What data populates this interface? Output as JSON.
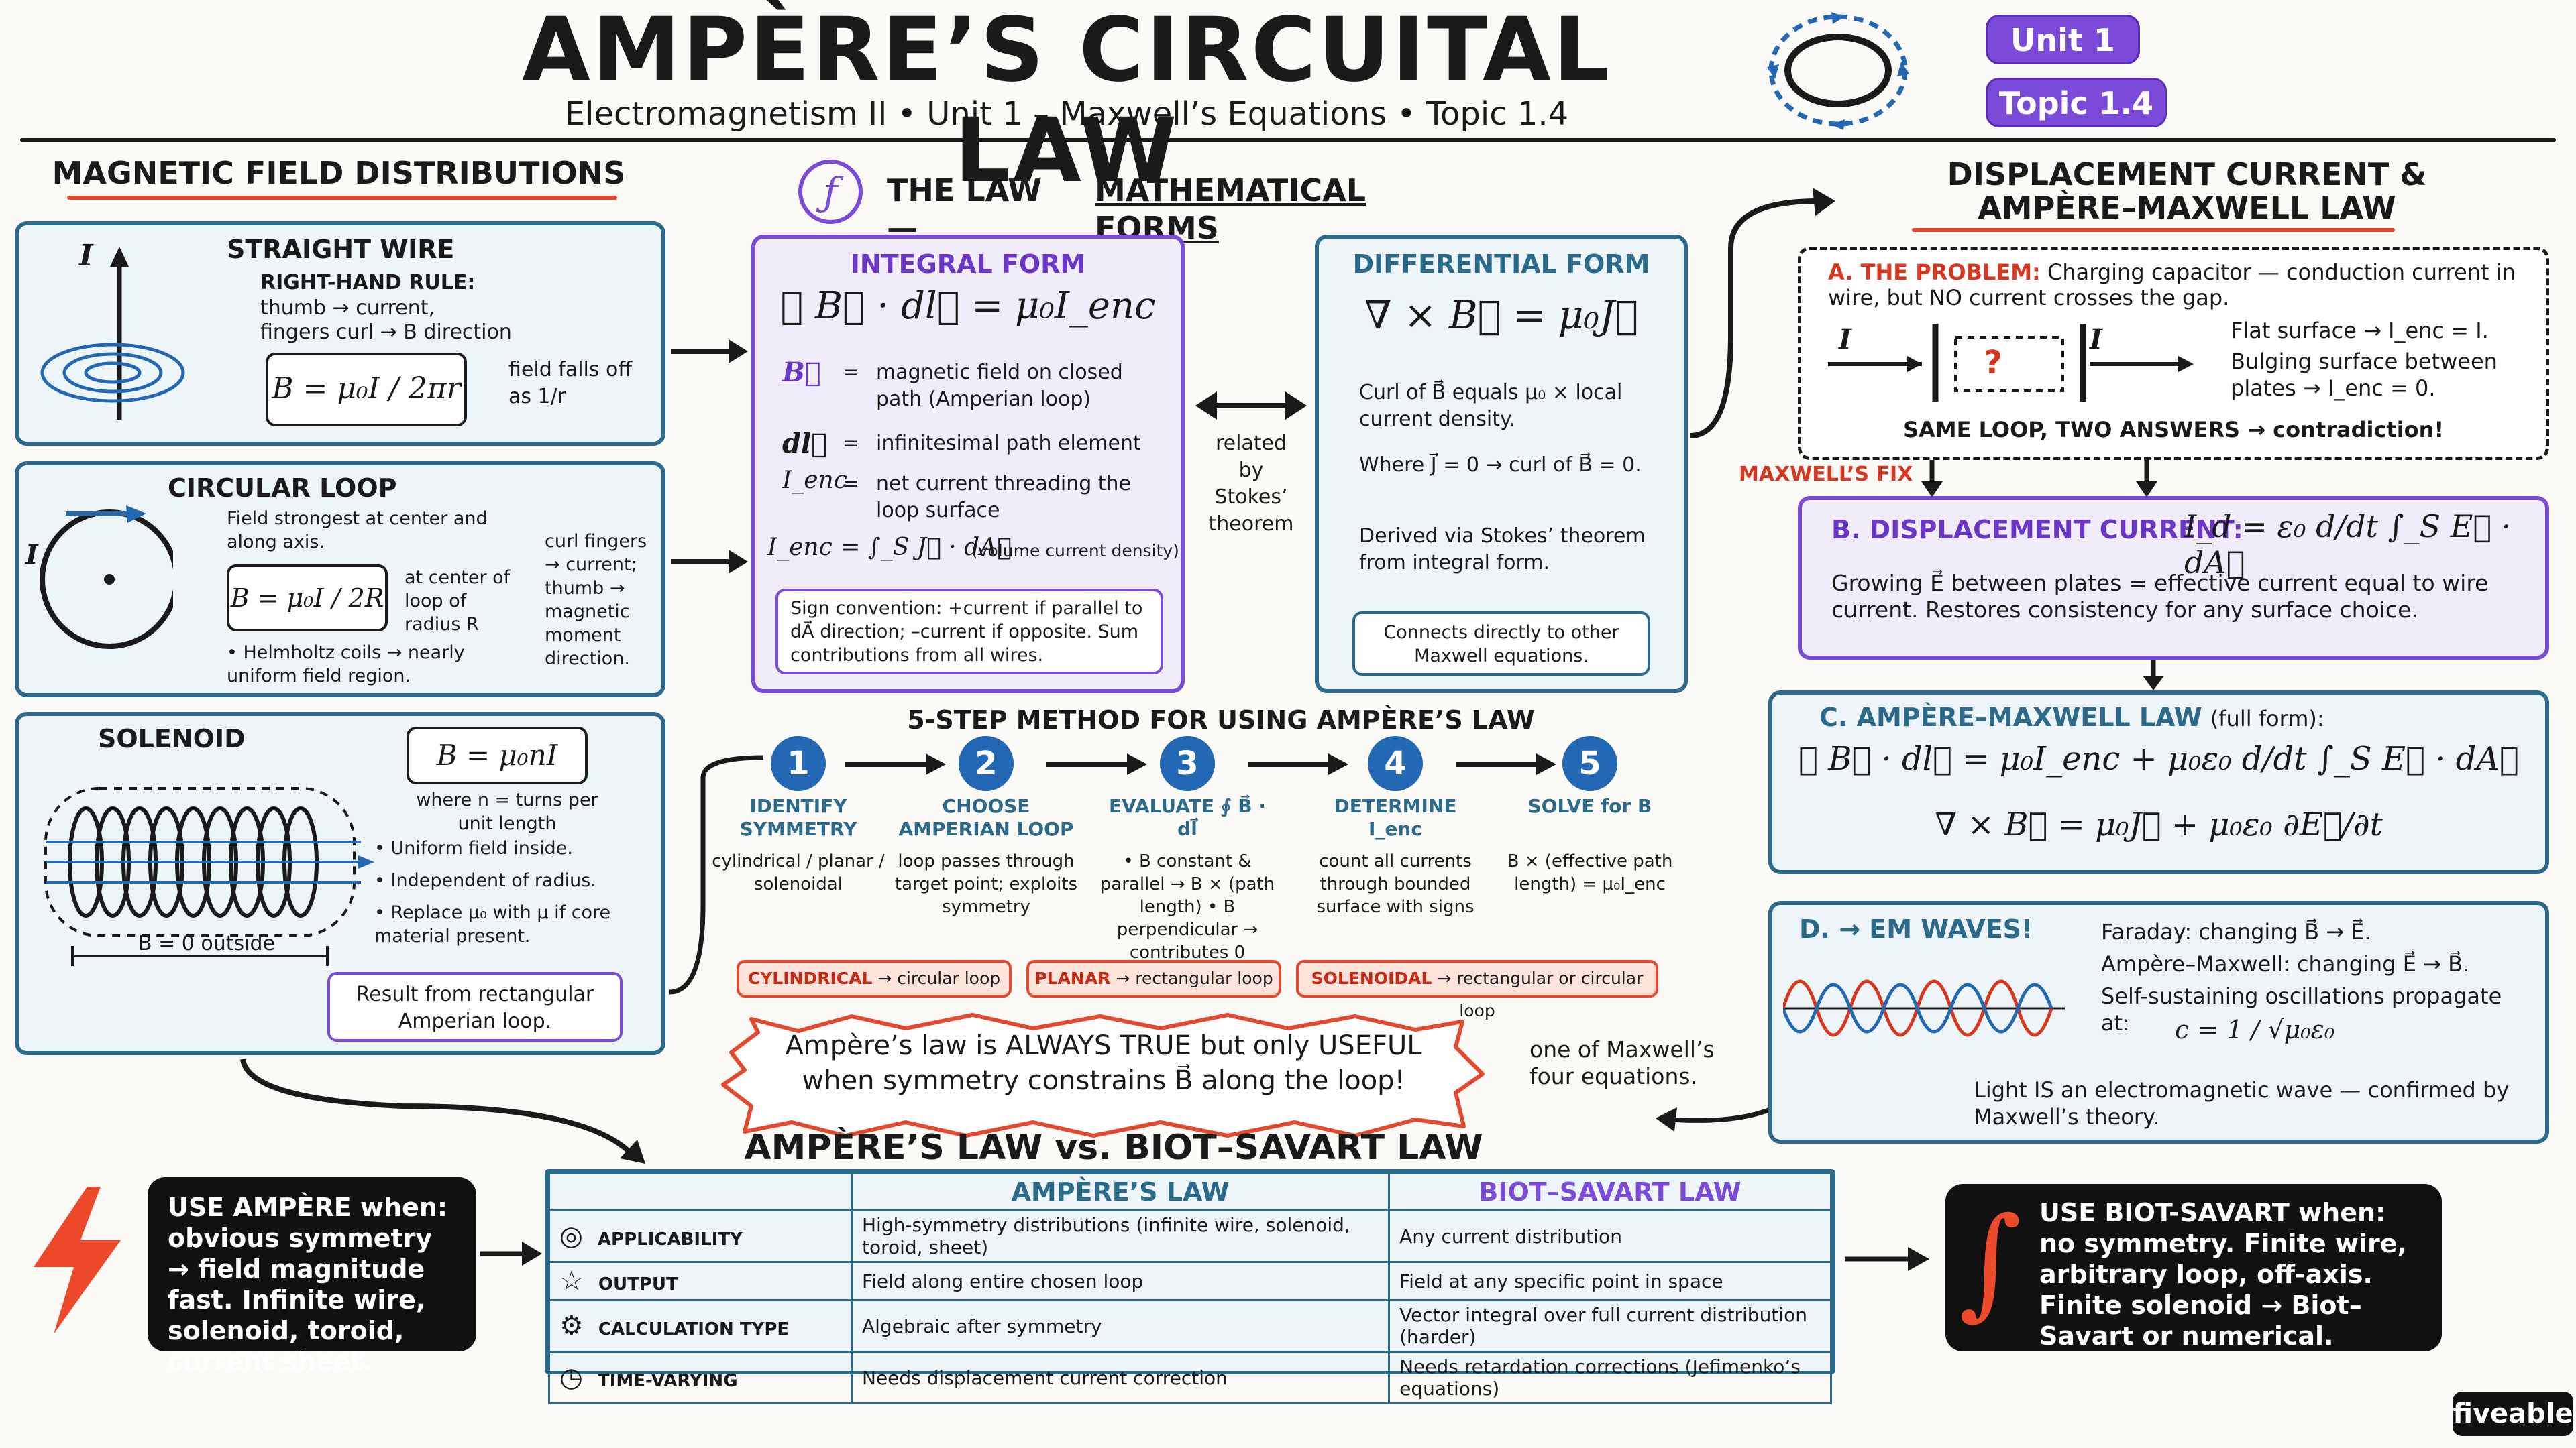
{
  "header": {
    "title": "AMPÈRE’S CIRCUITAL LAW",
    "subtitle": "Electromagnetism II  •  Unit 1 – Maxwell’s Equations  •  Topic 1.4",
    "badge_unit": "Unit 1",
    "badge_topic": "Topic 1.4"
  },
  "left": {
    "heading": "MAGNETIC FIELD DISTRIBUTIONS",
    "straight": {
      "title": "STRAIGHT WIRE",
      "rule": "RIGHT-HAND RULE:",
      "rule_desc1": "thumb → current,",
      "rule_desc2": "fingers curl → B direction",
      "axis": "I",
      "formula": "B = μ₀I / 2πr",
      "note": "field falls off as 1/r"
    },
    "loop": {
      "title": "CIRCULAR LOOP",
      "desc": "Field strongest at center and along axis.",
      "axis": "I",
      "formula": "B = μ₀I / 2R",
      "note": "at center of loop of radius R",
      "curl": "curl fingers → current; thumb → magnetic moment direction.",
      "helmholtz": "• Helmholtz coils → nearly uniform field region."
    },
    "solenoid": {
      "title": "SOLENOID",
      "formula": "B = μ₀nI",
      "where": "where n = turns per unit length",
      "b1": "• Uniform field inside.",
      "b2": "• Independent of radius.",
      "b3": "• Replace μ₀ with μ if core material present.",
      "outside": "B = 0 outside",
      "result": "Result from rectangular Amperian loop."
    }
  },
  "center": {
    "heading_prefix": "THE LAW —",
    "heading_main": "MATHEMATICAL FORMS",
    "integral": {
      "title": "INTEGRAL FORM",
      "formula": "∮ B⃗ · dl⃗ = μ₀I_enc",
      "r1_sym": "B⃗",
      "r1_eq": "=",
      "r1_txt": "magnetic field on closed path (Amperian loop)",
      "r2_sym": "dl⃗",
      "r2_eq": "=",
      "r2_txt": "infinitesimal path element",
      "r3_sym": "I_enc",
      "r3_eq": "=",
      "r3_txt": "net current threading the loop surface",
      "ienc": "I_enc = ∫_S J⃗ · dA⃗",
      "ienc_note": "(volume current density)",
      "sign": "Sign convention: +current if parallel to dA⃗ direction; –current if opposite. Sum contributions from all wires."
    },
    "stokes": "related by Stokes’ theorem",
    "differential": {
      "title": "DIFFERENTIAL FORM",
      "formula": "∇ × B⃗ = μ₀J⃗",
      "p1": "Curl of B⃗ equals μ₀ × local current density.",
      "p2": "Where J⃗ = 0 → curl of B⃗ = 0.",
      "p3": "Derived via Stokes’ theorem from integral form.",
      "note": "Connects directly to other Maxwell equations."
    },
    "steps_title": "5-STEP METHOD FOR USING AMPÈRE’S LAW",
    "steps": [
      {
        "num": "1",
        "label": "IDENTIFY SYMMETRY",
        "desc": "cylindrical / planar / solenoidal"
      },
      {
        "num": "2",
        "label": "CHOOSE AMPERIAN LOOP",
        "desc": "loop passes through target point; exploits symmetry"
      },
      {
        "num": "3",
        "label": "EVALUATE ∮ B⃗ · dl⃗",
        "desc": "• B constant & parallel → B × (path length) • B perpendicular → contributes 0"
      },
      {
        "num": "4",
        "label": "DETERMINE I_enc",
        "desc": "count all currents through bounded surface with signs"
      },
      {
        "num": "5",
        "label": "SOLVE for B",
        "desc": "B × (effective path length) = μ₀I_enc"
      }
    ],
    "tags": [
      {
        "key": "CYLINDRICAL",
        "val": "→ circular loop"
      },
      {
        "key": "PLANAR",
        "val": "→ rectangular loop"
      },
      {
        "key": "SOLENOIDAL",
        "val": "→ rectangular or circular loop"
      }
    ],
    "callout": "Ampère’s law is ALWAYS TRUE but only USEFUL when symmetry constrains B⃗ along the loop!",
    "maxwell_note": "one of Maxwell’s four equations."
  },
  "right": {
    "heading1": "DISPLACEMENT CURRENT &",
    "heading2": "AMPÈRE–MAXWELL LAW",
    "problem": {
      "title": "A. THE PROBLEM:",
      "desc": "Charging capacitor — conduction current in wire, but NO current crosses the gap.",
      "flat": "Flat surface → I_enc = I.",
      "bulge": "Bulging surface between plates → I_enc = 0.",
      "q": "?",
      "i_left": "I",
      "i_right": "I",
      "same": "SAME LOOP, TWO ANSWERS → contradiction!"
    },
    "fix": "MAXWELL’S FIX",
    "disp": {
      "title": "B. DISPLACEMENT CURRENT:",
      "formula": "I_d = ε₀ d/dt ∫_S E⃗ · dA⃗",
      "desc": "Growing E⃗ between plates = effective current equal to wire current. Restores consistency for any surface choice."
    },
    "am": {
      "title": "C. AMPÈRE–MAXWELL LAW",
      "sub": "(full form):",
      "f1": "∮ B⃗ · dl⃗ = μ₀I_enc + μ₀ε₀ d/dt ∫_S E⃗ · dA⃗",
      "f2": "∇ × B⃗ = μ₀J⃗ + μ₀ε₀ ∂E⃗/∂t"
    },
    "em": {
      "title": "D. → EM WAVES!",
      "l1": "Faraday: changing B⃗ → E⃗.",
      "l2": "Ampère–Maxwell: changing E⃗ → B⃗.",
      "l3": "Self-sustaining oscillations propagate at:",
      "c": "c = 1 / √μ₀ε₀",
      "l4": "Light IS an electromagnetic wave — confirmed by Maxwell’s theory."
    }
  },
  "bottom": {
    "heading": "AMPÈRE’S LAW vs. BIOT–SAVART LAW",
    "ampere_box": "USE AMPÈRE when: obvious symmetry → field magnitude fast. Infinite wire, solenoid, toroid, current sheet.",
    "bs_box": "USE BIOT-SAVART when: no symmetry. Finite wire, arbitrary loop, off-axis. Finite solenoid → Biot–Savart or numerical.",
    "col_a": "AMPÈRE’S LAW",
    "col_b": "BIOT–SAVART LAW",
    "rows": [
      {
        "icon": "target-icon",
        "label": "APPLICABILITY",
        "a": "High-symmetry distributions (infinite wire, solenoid, toroid, sheet)",
        "b": "Any current distribution"
      },
      {
        "icon": "star-icon",
        "label": "OUTPUT",
        "a": "Field along entire chosen loop",
        "b": "Field at any specific point in space"
      },
      {
        "icon": "gear-icon",
        "label": "CALCULATION TYPE",
        "a": "Algebraic after symmetry",
        "b": "Vector integral over full current distribution (harder)"
      },
      {
        "icon": "clock-icon",
        "label": "TIME-VARYING",
        "a": "Needs displacement current correction",
        "b": "Needs retardation corrections (Jefimenko’s equations)"
      }
    ]
  },
  "brand": "fiveable",
  "colors": {
    "blue": "#2b6a8a",
    "purple": "#7a4ad8",
    "red": "#e2492e",
    "step": "#2368b4"
  }
}
